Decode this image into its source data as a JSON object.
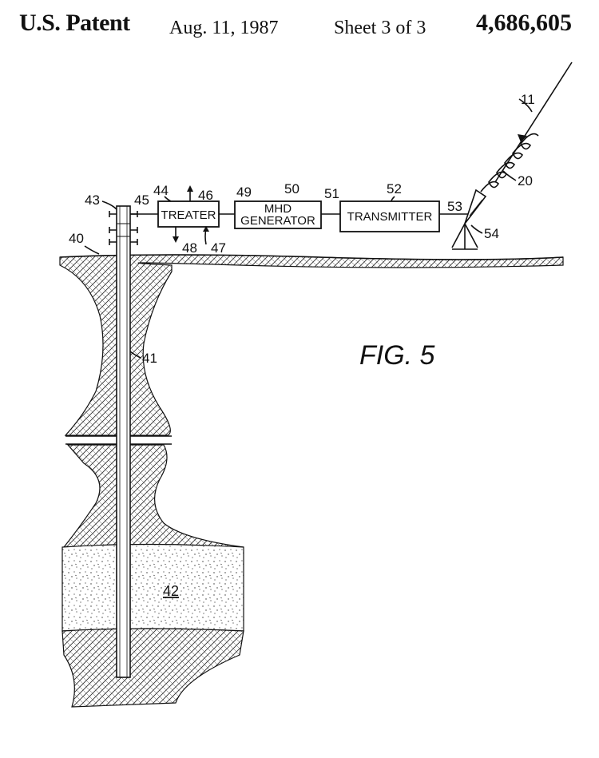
{
  "header": {
    "title": "U.S. Patent",
    "date": "Aug. 11, 1987",
    "sheet": "Sheet 3 of 3",
    "patent_number": "4,686,605"
  },
  "figure": {
    "caption": "FIG. 5",
    "boxes": {
      "treater": "TREATER",
      "mhd_line1": "MHD",
      "mhd_line2": "GENERATOR",
      "transmitter": "TRANSMITTER"
    },
    "refs": {
      "r11": "11",
      "r20": "20",
      "r40": "40",
      "r41": "41",
      "r42": "42",
      "r43": "43",
      "r44": "44",
      "r45": "45",
      "r46": "46",
      "r47": "47",
      "r48": "48",
      "r49": "49",
      "r50": "50",
      "r51": "51",
      "r52": "52",
      "r53": "53",
      "r54": "54"
    }
  },
  "colors": {
    "ink": "#111111",
    "paper": "#ffffff"
  }
}
